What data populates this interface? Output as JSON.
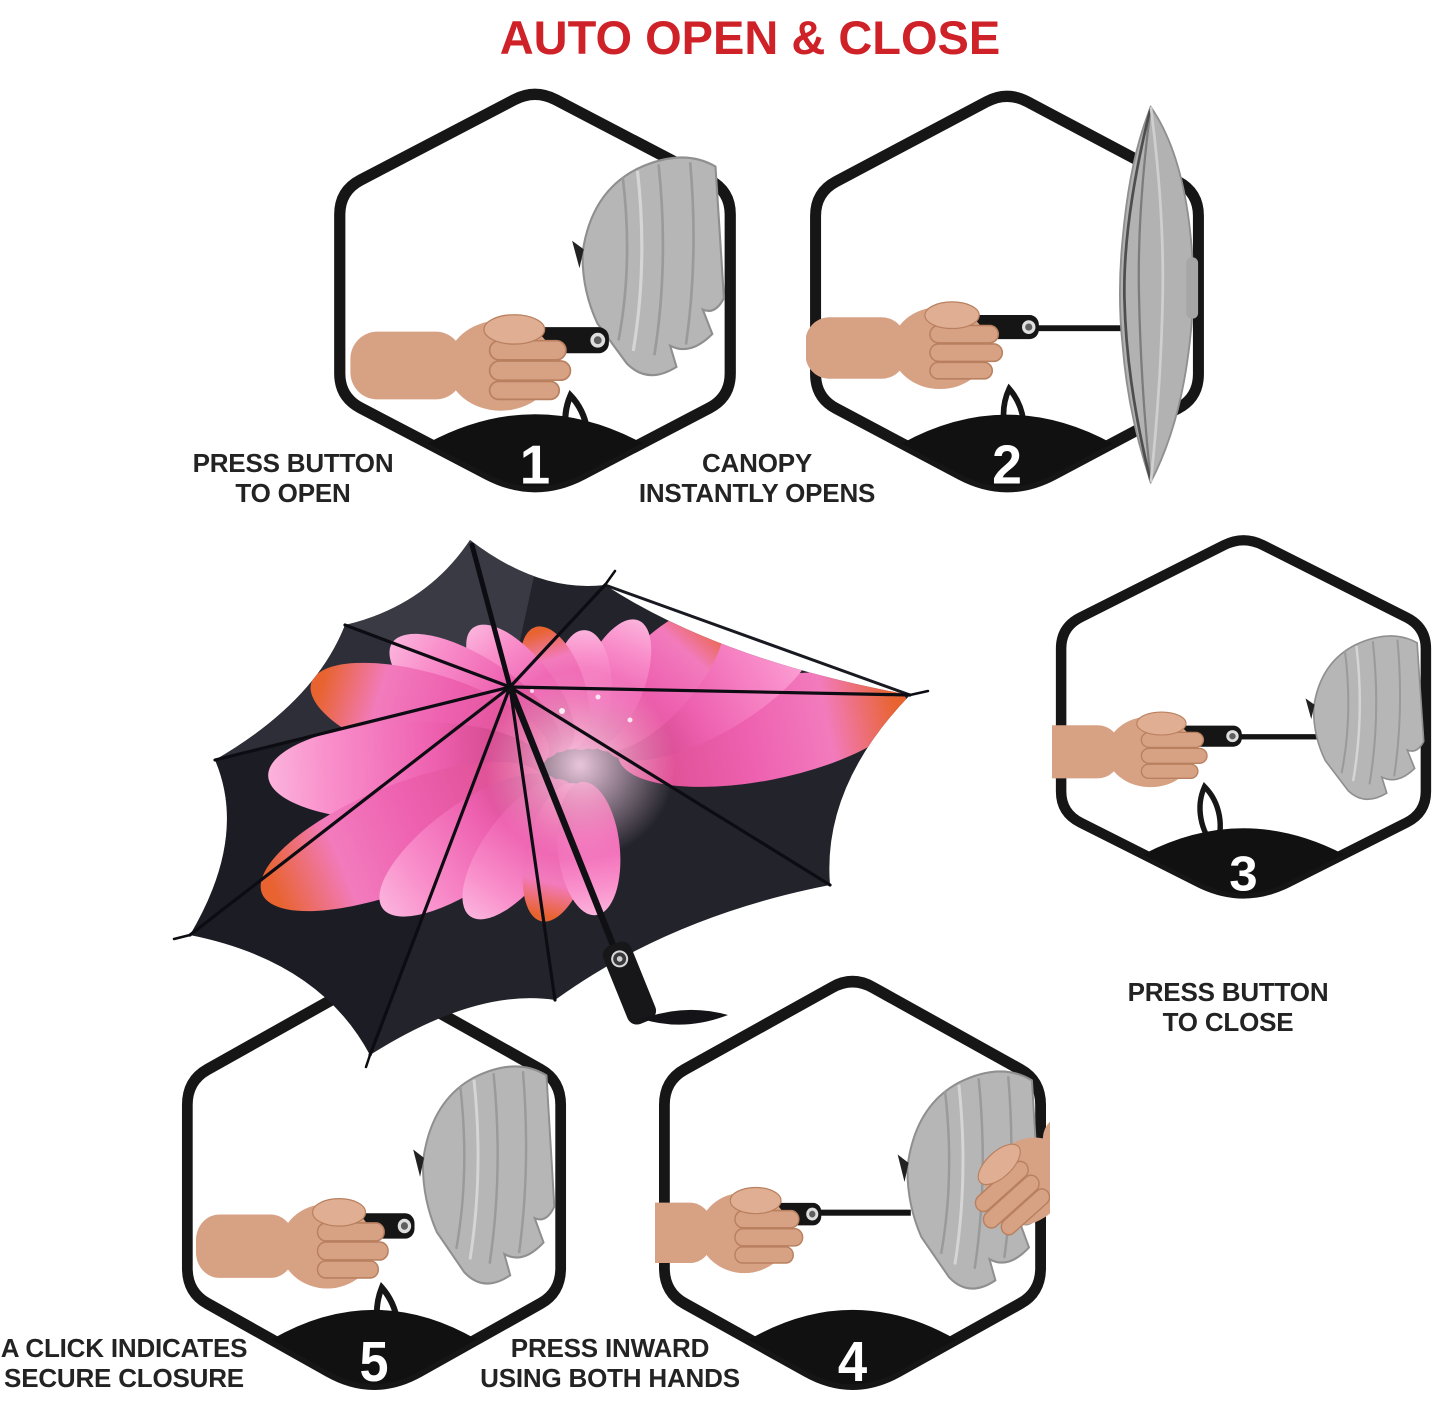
{
  "title": {
    "text": "AUTO OPEN & CLOSE",
    "color": "#cf2128"
  },
  "steps": [
    {
      "number": "1",
      "caption_line1": "PRESS BUTTON",
      "caption_line2": "TO OPEN",
      "icon": "hand-pressing-button-folded-umbrella"
    },
    {
      "number": "2",
      "caption_line1": "CANOPY",
      "caption_line2": "INSTANTLY OPENS",
      "icon": "open-umbrella-side-view"
    },
    {
      "number": "3",
      "caption_line1": "PRESS BUTTON",
      "caption_line2": "TO CLOSE",
      "icon": "hand-pressing-button-collapsing-umbrella"
    },
    {
      "number": "4",
      "caption_line1": "PRESS INWARD",
      "caption_line2": "USING BOTH HANDS",
      "icon": "two-hands-compressing-umbrella"
    },
    {
      "number": "5",
      "caption_line1": "A CLICK INDICATES",
      "caption_line2": "SECURE CLOSURE",
      "icon": "hand-holding-closed-umbrella"
    }
  ],
  "product_image": {
    "icon": "open-umbrella-pink-flower-underside"
  },
  "colors": {
    "accent_red": "#cf2128",
    "outline_black": "#161616",
    "caption_text": "#232323",
    "badge_number": "#ffffff",
    "illustration_gray": "#b6b6b6",
    "skin": "#d7a184",
    "product_canopy_dark": "#23232c",
    "flower_pink": "#ee61b0",
    "flower_orange_tip": "#e8632f"
  }
}
